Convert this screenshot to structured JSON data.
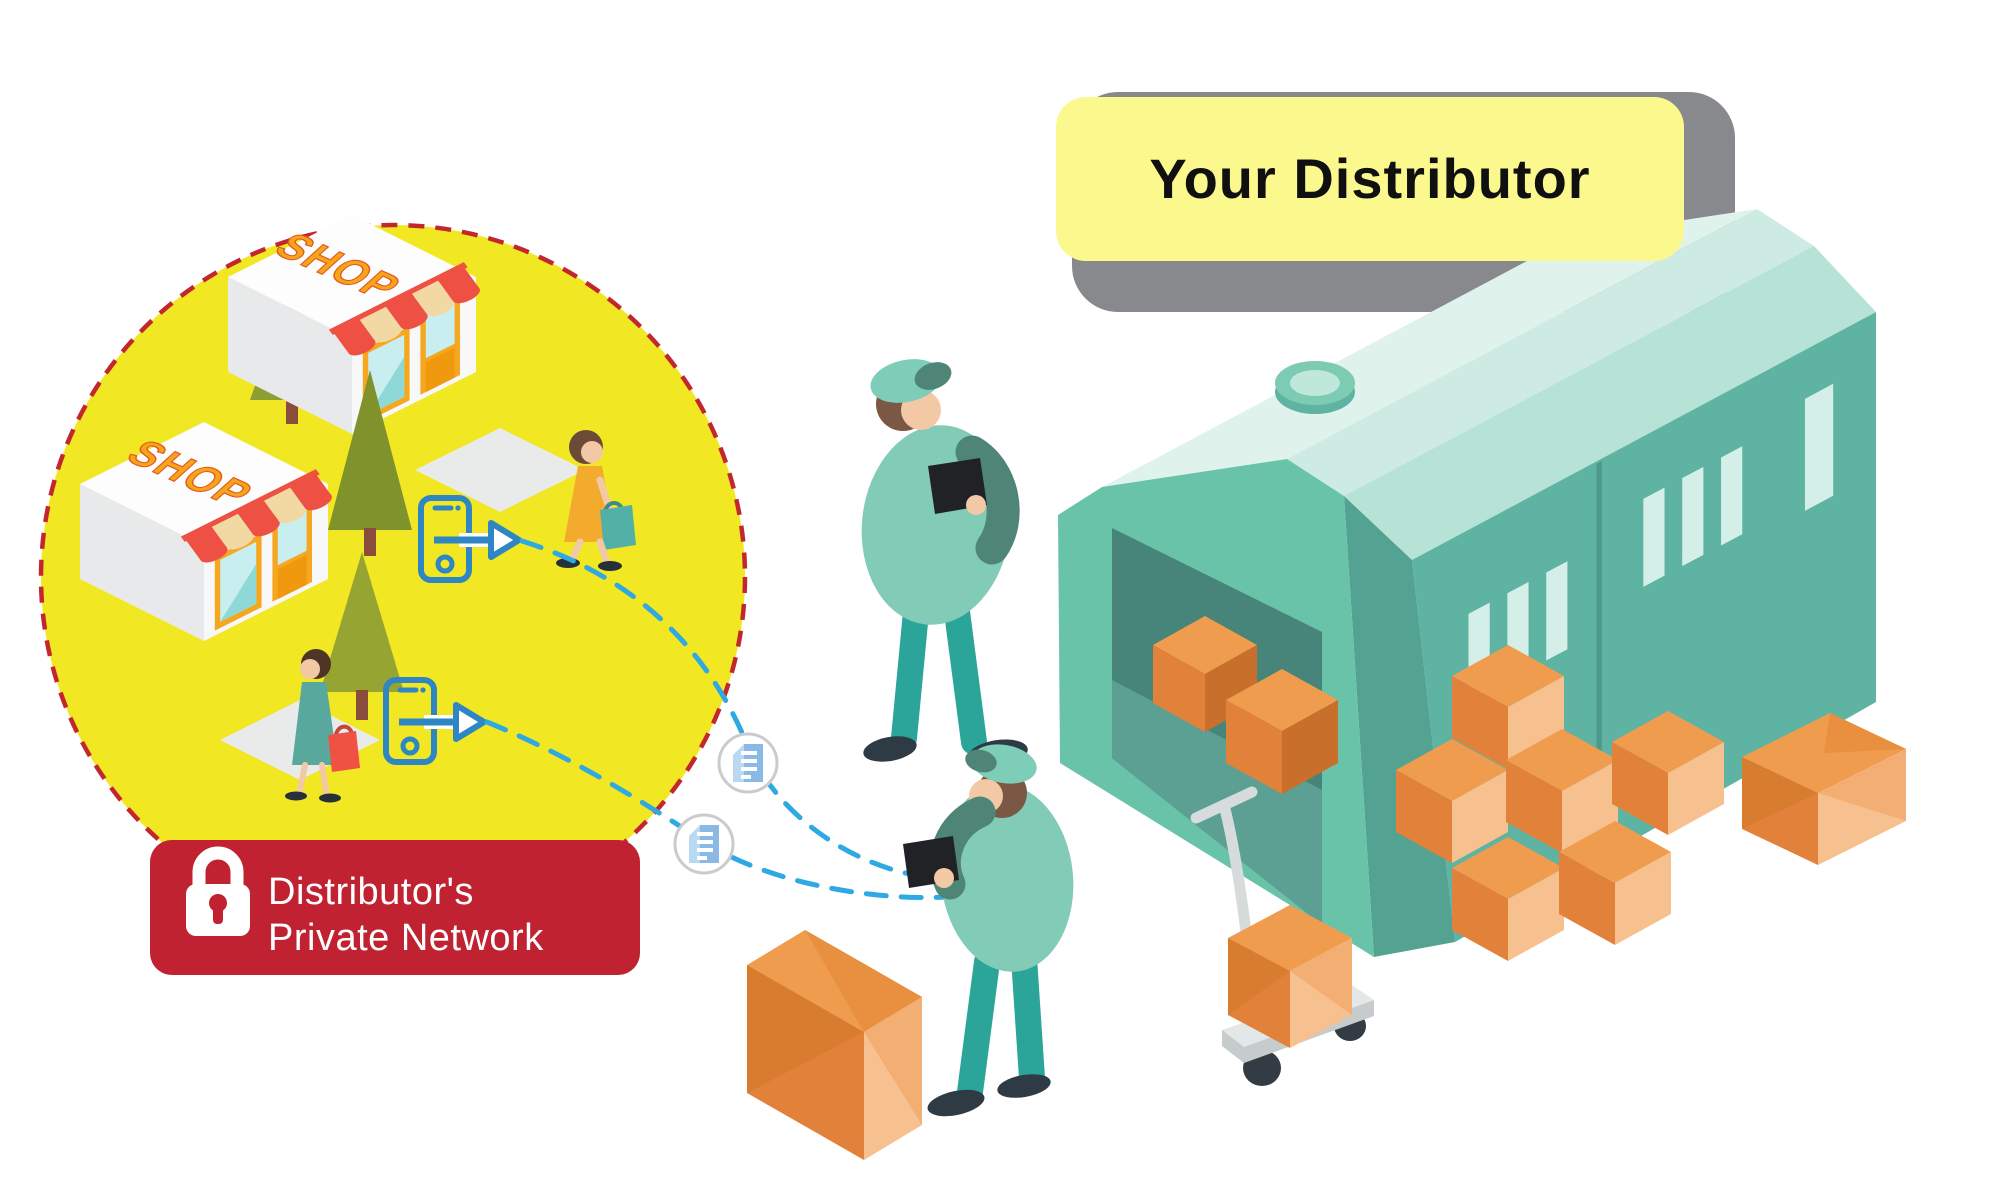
{
  "labels": {
    "your_distributor": "Your Distributor"
  },
  "banner": {
    "line1": "Distributor's",
    "line2": "Private Network",
    "icon": "lock-icon"
  },
  "shops": {
    "shop1_sign": "SHOP",
    "shop2_sign": "SHOP"
  },
  "icons": {
    "phone_share": "phone-share-icon",
    "document": "document-icon",
    "lock": "lock-icon"
  },
  "colors": {
    "network_circle_fill": "#f1e722",
    "network_circle_border": "#c1272d",
    "banner_red": "#c02231",
    "label_yellow": "#fbf98e",
    "label_shadow_gray": "#87898c",
    "warehouse_wall": "#5fb3a2",
    "warehouse_gable": "#68c3a9",
    "warehouse_roof_light": "#dff3ec",
    "warehouse_roof_mid": "#b7e2d6",
    "warehouse_interior": "#47857a",
    "box_orange_top": "#f09c4e",
    "box_orange_dark": "#e2813a",
    "box_orange_light": "#f7c08f",
    "worker_shirt": "#82ccb7",
    "worker_pants": "#2ba59a",
    "worker_sleeve": "#4e8577",
    "phone_icon_blue": "#2e87c3",
    "data_line_blue": "#2fa9e1",
    "awning_red": "#ee5144",
    "awning_cream": "#f2d9a4",
    "tree_green": "#8e9e33"
  }
}
